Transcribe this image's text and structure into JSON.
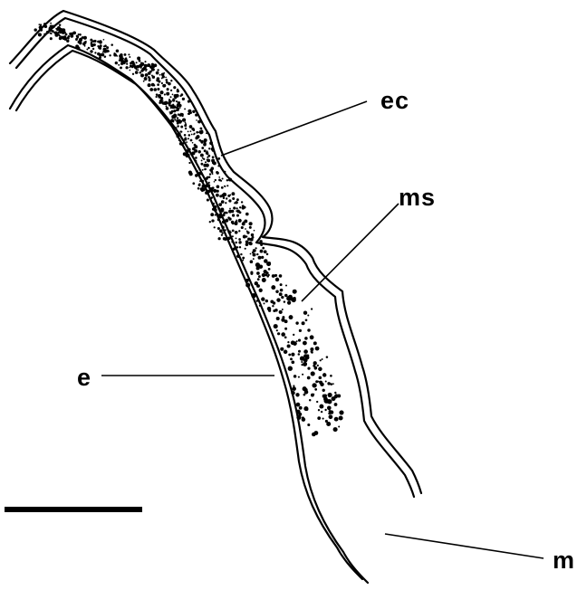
{
  "figure": {
    "labels": {
      "ec": "ec",
      "ms": "ms",
      "e": "e",
      "m": "m"
    },
    "colors": {
      "ink": "#000000",
      "background": "#ffffff"
    }
  }
}
